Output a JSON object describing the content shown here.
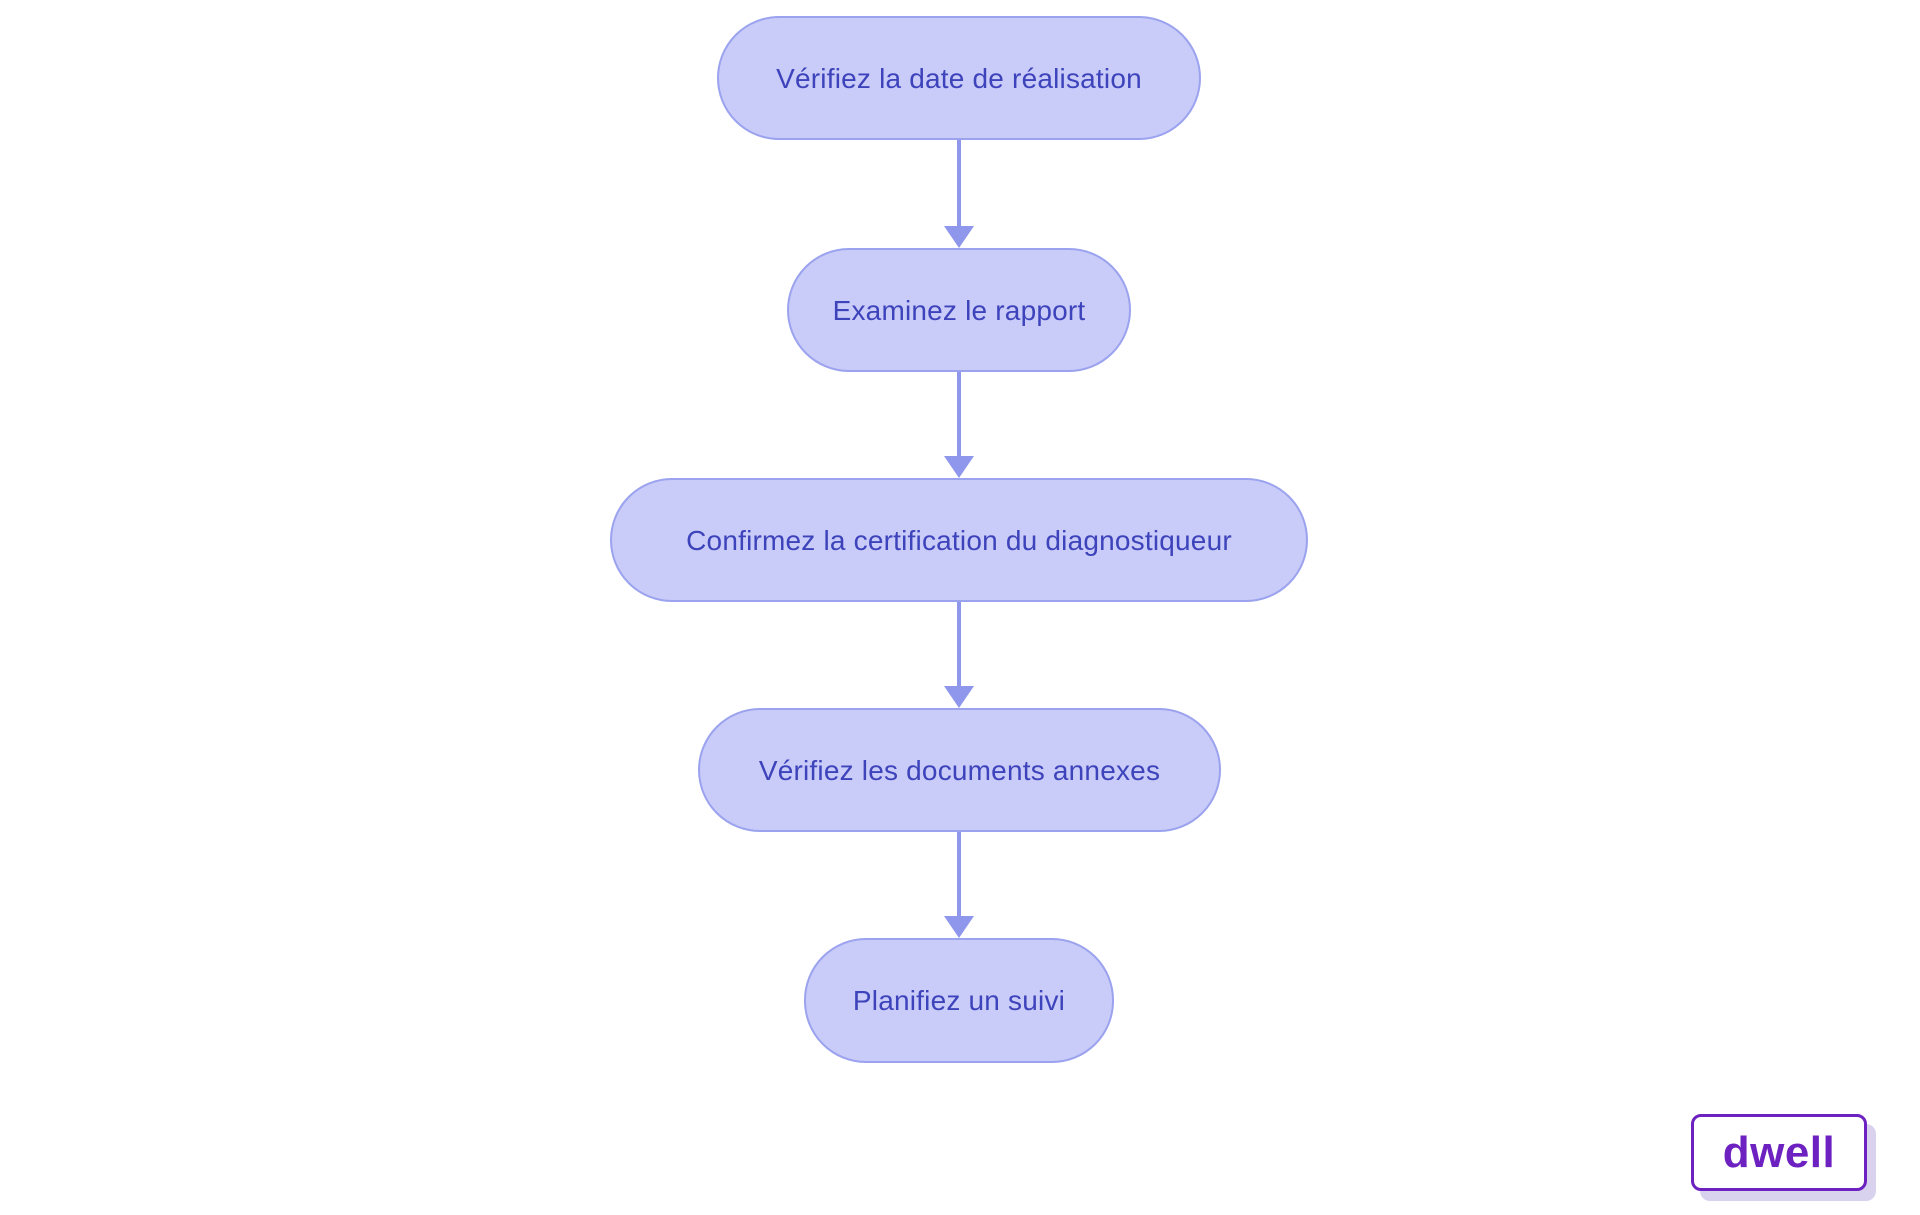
{
  "flowchart": {
    "type": "vertical-process-flow",
    "steps": [
      {
        "label": "Vérifiez la date de réalisation"
      },
      {
        "label": "Examinez le rapport"
      },
      {
        "label": "Confirmez la certification du diagnostiqueur"
      },
      {
        "label": "Vérifiez les documents annexes"
      },
      {
        "label": "Planifiez un suivi"
      }
    ],
    "connections": [
      {
        "from": 0,
        "to": 1
      },
      {
        "from": 1,
        "to": 2
      },
      {
        "from": 2,
        "to": 3
      },
      {
        "from": 3,
        "to": 4
      }
    ]
  },
  "logo": {
    "text": "dwell"
  },
  "colors": {
    "node_fill": "#c9cbf8",
    "node_border": "#9ba3ef",
    "node_text": "#3d43bb",
    "arrow": "#8f97ec",
    "logo_purple": "#6d21c0",
    "logo_shadow": "#d9d2ef",
    "background": "#ffffff"
  }
}
